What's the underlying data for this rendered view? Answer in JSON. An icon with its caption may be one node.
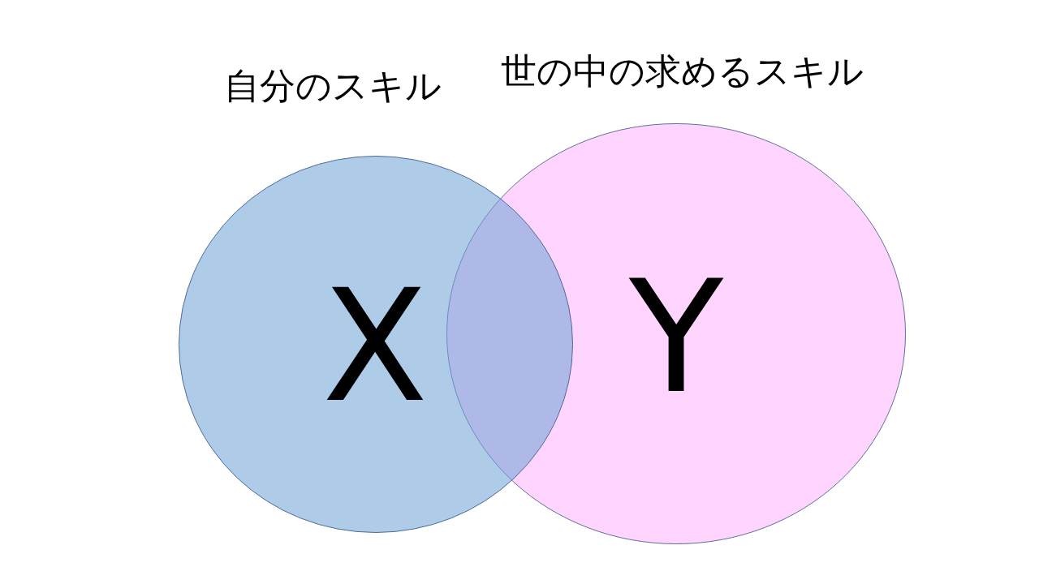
{
  "diagram": {
    "nodes": [
      {
        "text": [
          "自分のスキル",
          "X"
        ]
      },
      {
        "text": [
          "世の中の求めるスキル",
          "Y"
        ]
      }
    ]
  }
}
